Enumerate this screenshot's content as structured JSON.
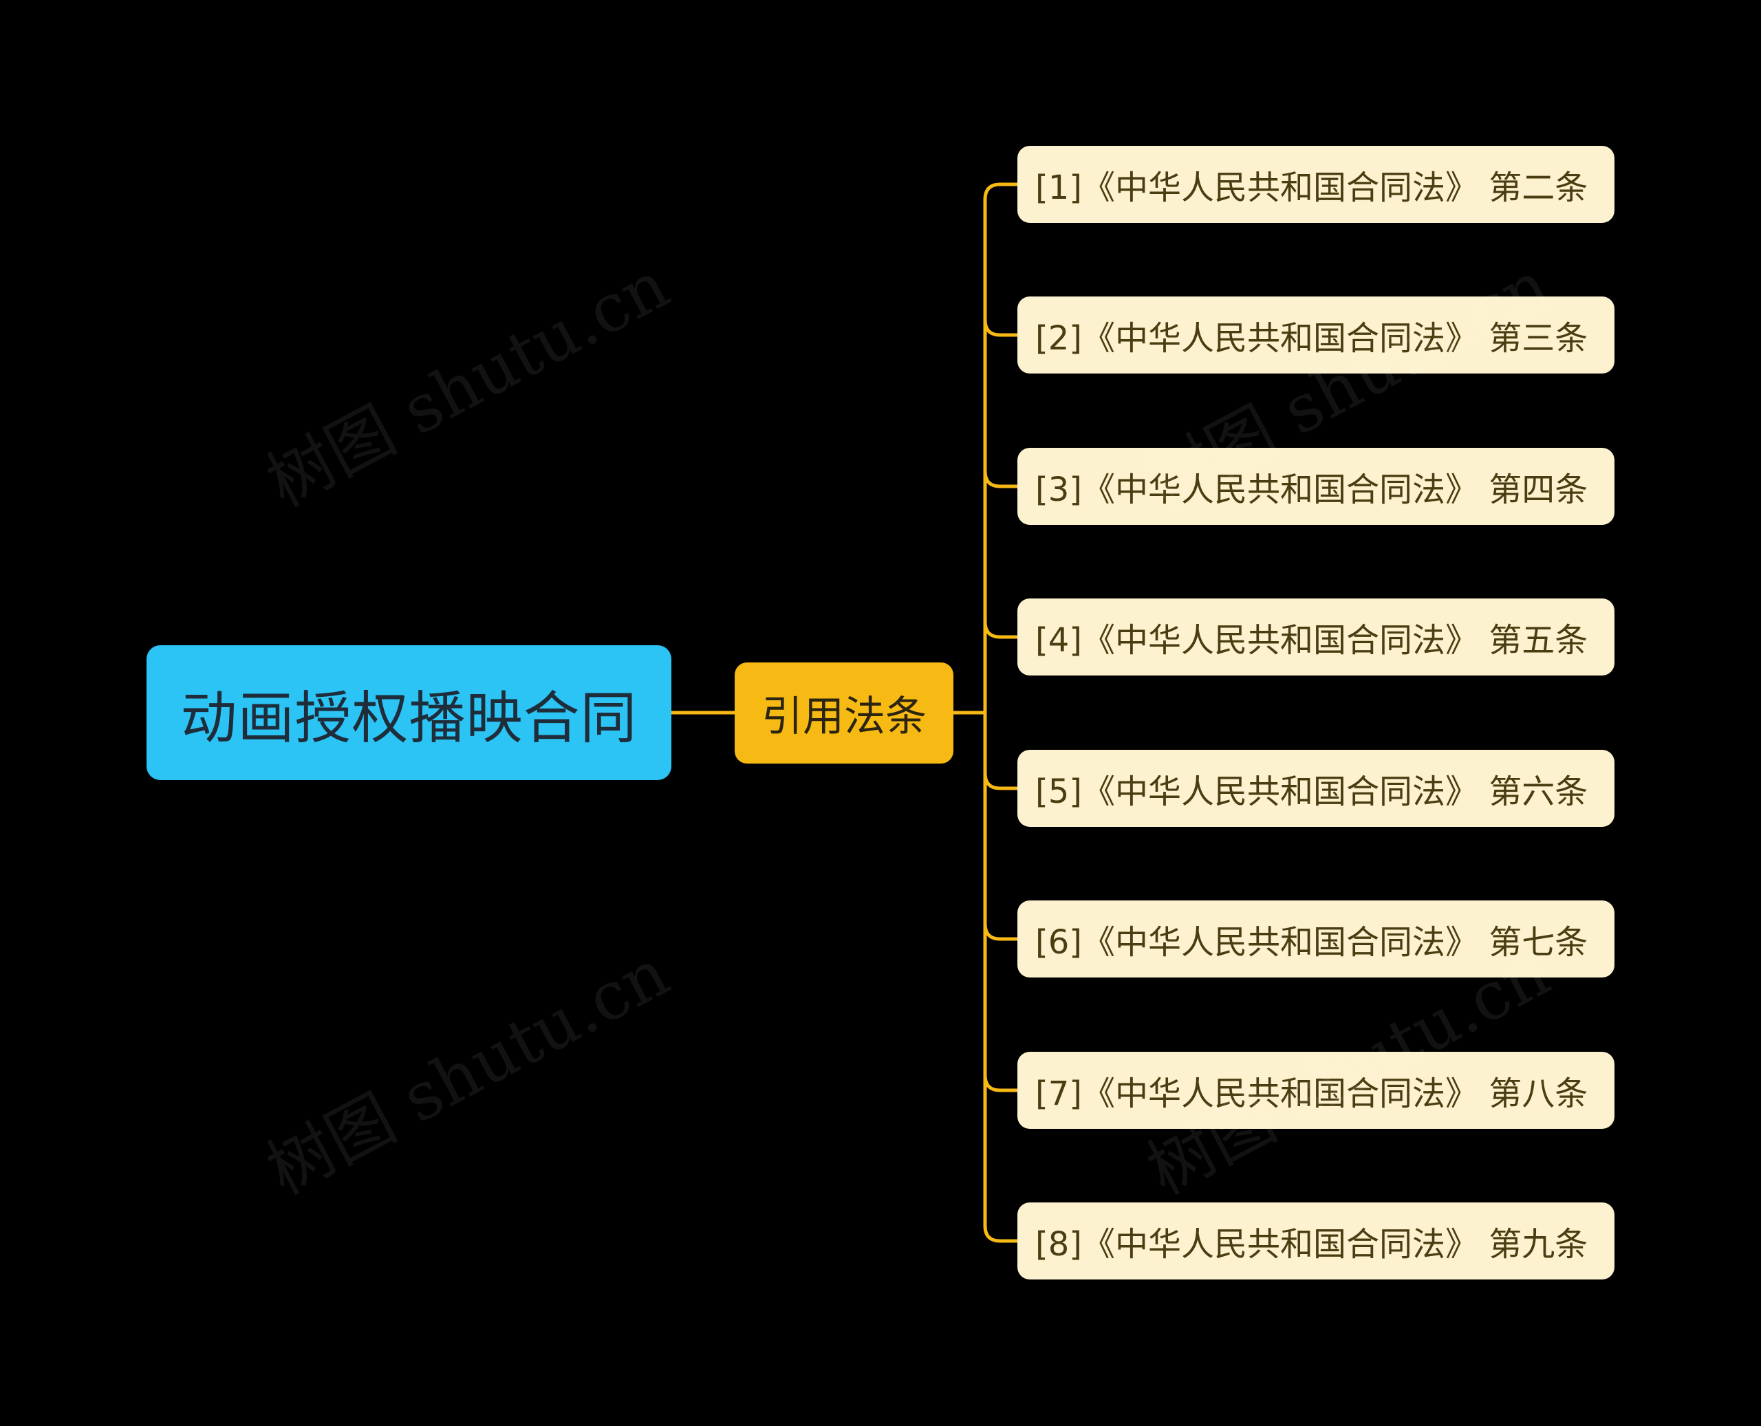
{
  "diagram": {
    "root": {
      "label": "动画授权播映合同"
    },
    "branch": {
      "label": "引用法条"
    },
    "leaves": [
      {
        "label": "[1]《中华人民共和国合同法》 第二条"
      },
      {
        "label": "[2]《中华人民共和国合同法》 第三条"
      },
      {
        "label": "[3]《中华人民共和国合同法》 第四条"
      },
      {
        "label": "[4]《中华人民共和国合同法》 第五条"
      },
      {
        "label": "[5]《中华人民共和国合同法》 第六条"
      },
      {
        "label": "[6]《中华人民共和国合同法》 第七条"
      },
      {
        "label": "[7]《中华人民共和国合同法》 第八条"
      },
      {
        "label": "[8]《中华人民共和国合同法》 第九条"
      }
    ]
  },
  "watermark": {
    "text": "树图 shutu.cn"
  },
  "colors": {
    "background": "#000000",
    "root_fill": "#2bc4f5",
    "branch_fill": "#f7b913",
    "leaf_fill": "#fdf2cf",
    "connector": "#f7b913"
  }
}
